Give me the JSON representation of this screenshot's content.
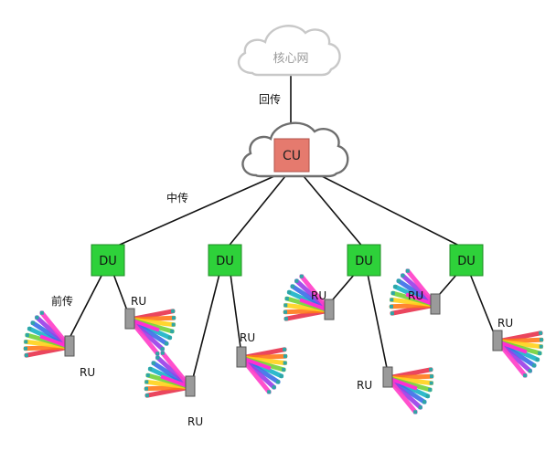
{
  "core_network": {
    "label": "核心网"
  },
  "backhaul": {
    "label": "回传"
  },
  "cu": {
    "label": "CU"
  },
  "midhaul": {
    "label": "中传"
  },
  "fronthaul": {
    "label": "前传"
  },
  "du_label": "DU",
  "ru_label": "RU",
  "du_units": [
    {
      "label": "DU"
    },
    {
      "label": "DU"
    },
    {
      "label": "DU"
    },
    {
      "label": "DU"
    }
  ],
  "ru_units": [
    {
      "label": "RU"
    },
    {
      "label": "RU"
    },
    {
      "label": "RU"
    },
    {
      "label": "RU"
    },
    {
      "label": "RU"
    },
    {
      "label": "RU"
    },
    {
      "label": "RU"
    },
    {
      "label": "RU"
    }
  ],
  "colors": {
    "cloud_core": "#c8c8c8",
    "cloud_cu": "#6e6e6e",
    "cu_fill": "#e57a6e",
    "du_fill": "#2ed13a",
    "du_border": "#1f8c25",
    "link": "#111111",
    "beam": [
      "#e8324d",
      "#ff7a1a",
      "#ffd21a",
      "#74d13a",
      "#19b3c7",
      "#3a6ee8",
      "#9a3ee8",
      "#ff3ec8"
    ]
  }
}
